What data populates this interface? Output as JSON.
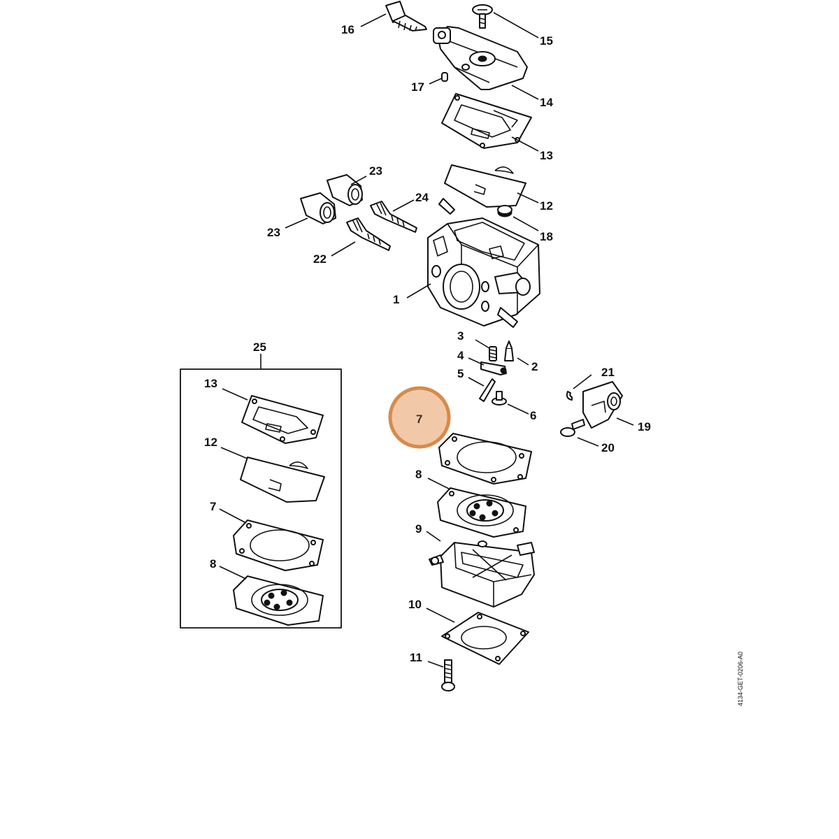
{
  "diagram": {
    "reference_code": "4134-GET-0206-A0",
    "highlight_color": "#d88a4a",
    "highlight_fill": "#f2c9a8",
    "kit": {
      "label": "25",
      "items": [
        {
          "label": "13",
          "part": "metering-gasket"
        },
        {
          "label": "12",
          "part": "metering-diaphragm"
        },
        {
          "label": "7",
          "part": "pump-gasket"
        },
        {
          "label": "8",
          "part": "pump-diaphragm"
        }
      ]
    },
    "callouts": [
      {
        "label": "1",
        "part": "carburetor-body"
      },
      {
        "label": "2",
        "part": "inlet-needle"
      },
      {
        "label": "3",
        "part": "spring"
      },
      {
        "label": "4",
        "part": "inlet-control-lever"
      },
      {
        "label": "5",
        "part": "lever-pin"
      },
      {
        "label": "6",
        "part": "screw"
      },
      {
        "label": "7",
        "part": "pump-gasket",
        "highlighted": true
      },
      {
        "label": "8",
        "part": "pump-diaphragm"
      },
      {
        "label": "9",
        "part": "end-cover"
      },
      {
        "label": "10",
        "part": "gasket"
      },
      {
        "label": "11",
        "part": "screw"
      },
      {
        "label": "12",
        "part": "metering-diaphragm"
      },
      {
        "label": "13",
        "part": "metering-gasket"
      },
      {
        "label": "14",
        "part": "metering-cover"
      },
      {
        "label": "15",
        "part": "screw"
      },
      {
        "label": "16",
        "part": "adjusting-screw"
      },
      {
        "label": "17",
        "part": "plug"
      },
      {
        "label": "18",
        "part": "filter-screen"
      },
      {
        "label": "19",
        "part": "lever"
      },
      {
        "label": "20",
        "part": "screw"
      },
      {
        "label": "21",
        "part": "e-clip"
      },
      {
        "label": "22",
        "part": "needle-screw"
      },
      {
        "label": "23",
        "part": "limiter-cap"
      },
      {
        "label": "23",
        "part": "limiter-cap"
      },
      {
        "label": "24",
        "part": "needle-screw"
      }
    ]
  }
}
